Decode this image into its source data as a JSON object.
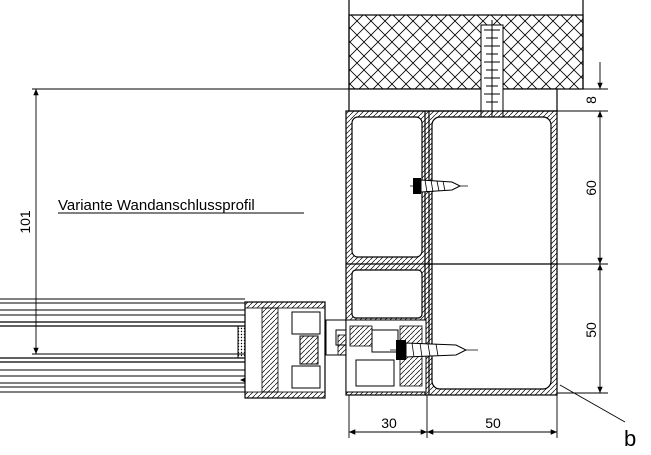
{
  "drawing": {
    "variant_label": "Variante Wandanschlussprofil",
    "dimensions": {
      "d8": "8",
      "d60": "60",
      "d50v": "50",
      "d101": "101",
      "d30": "30",
      "d50h": "50"
    },
    "callout": "b"
  }
}
